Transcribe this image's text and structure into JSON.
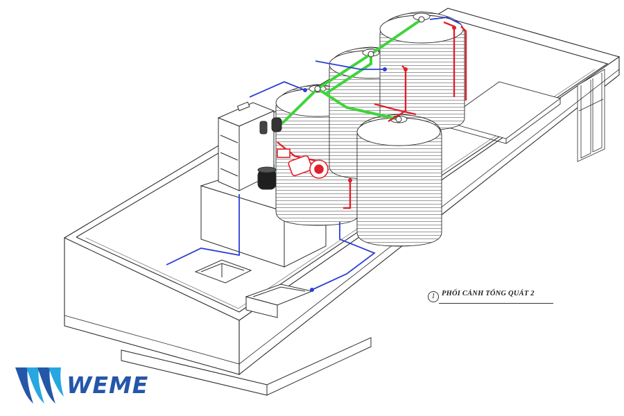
{
  "caption": {
    "number": "1",
    "text": "PHỐI CẢNH TỔNG QUÁT 2"
  },
  "logo": {
    "text": "WEME",
    "colors": {
      "blue": "#2457a8",
      "cyan": "#27a7e0"
    }
  },
  "colors": {
    "outline": "#2b2b2b",
    "pipe_blue": "#2d3fd3",
    "pipe_red": "#e0202a",
    "pipe_green": "#3fd43a",
    "pipe_cyan": "#27c7e6"
  }
}
